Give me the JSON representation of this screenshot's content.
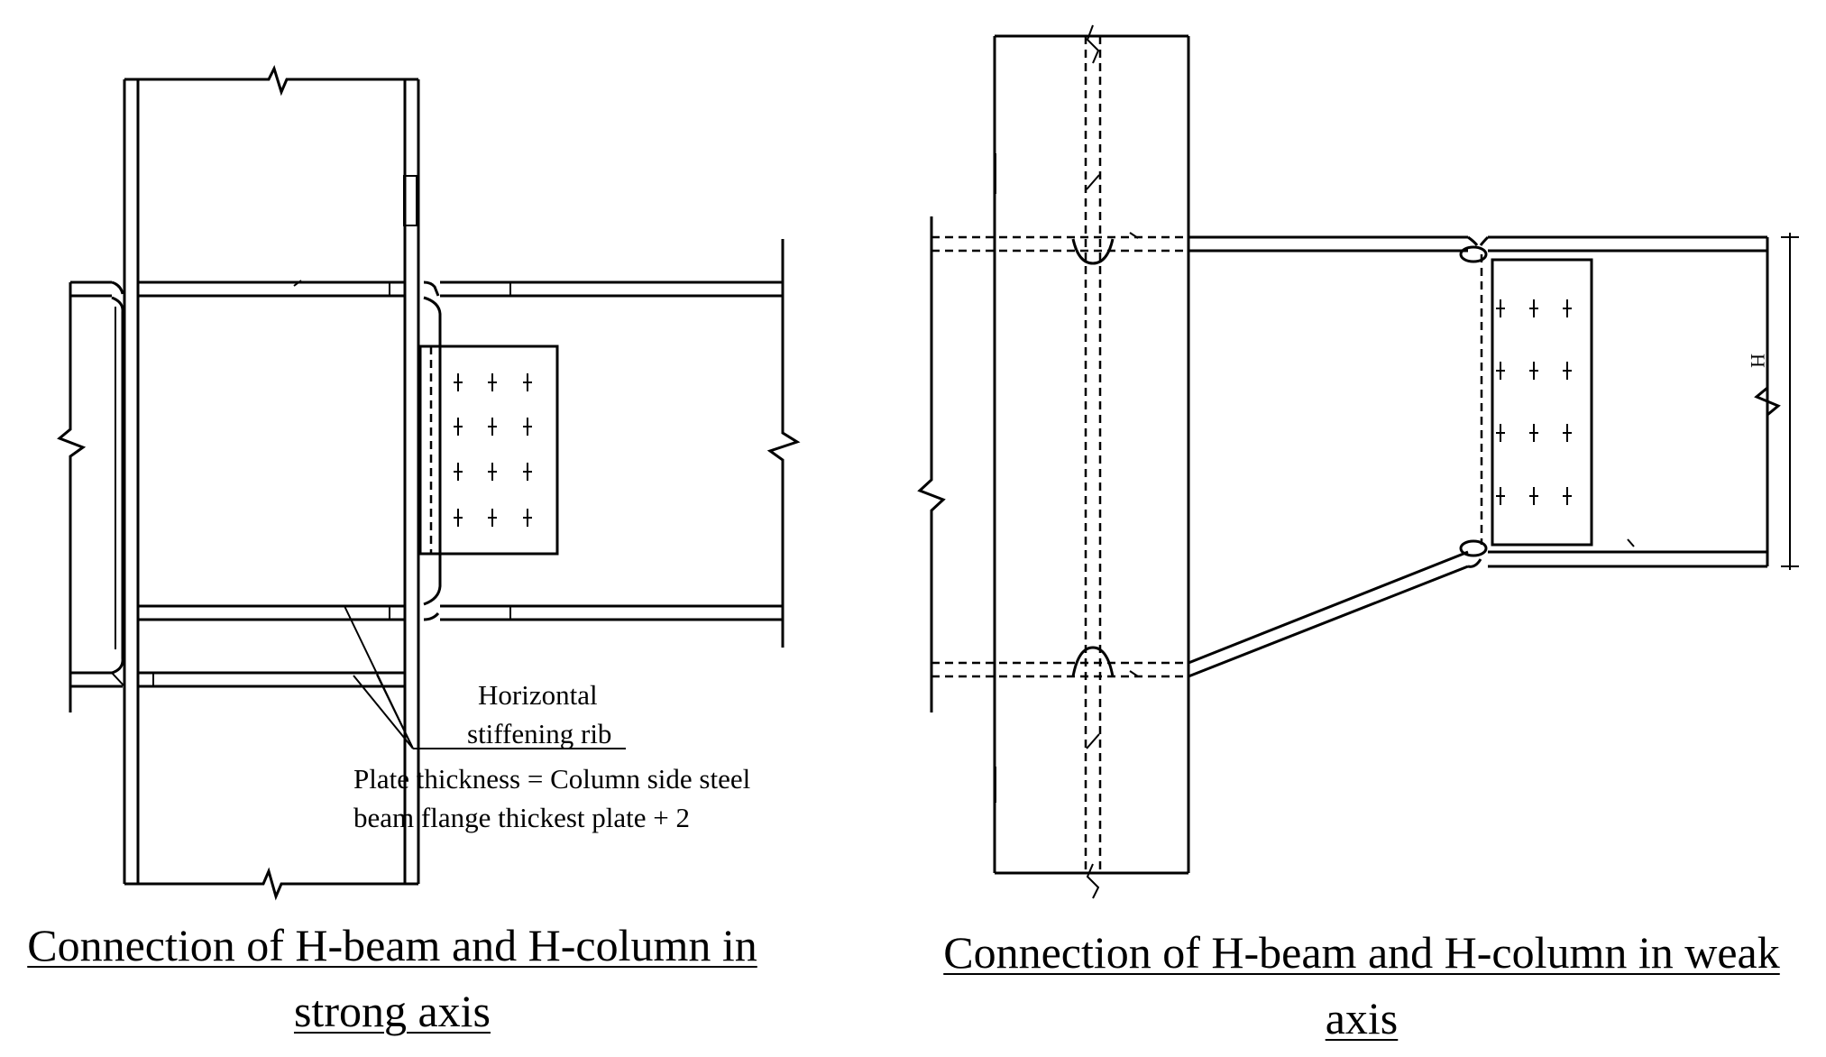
{
  "left_figure": {
    "annotation_rib_line1": "Horizontal",
    "annotation_rib_line2": "stiffening rib",
    "annotation_plate_line1": "Plate thickness = Column side steel",
    "annotation_plate_line2": "beam flange thickest plate + 2",
    "caption_line1": "Connection of H-beam and H-column in",
    "caption_line2": "strong axis"
  },
  "right_figure": {
    "dimension_label": "H",
    "caption_line1": "Connection of H-beam and H-column in weak",
    "caption_line2": "axis"
  },
  "colors": {
    "line": "#000000",
    "background": "#ffffff"
  }
}
